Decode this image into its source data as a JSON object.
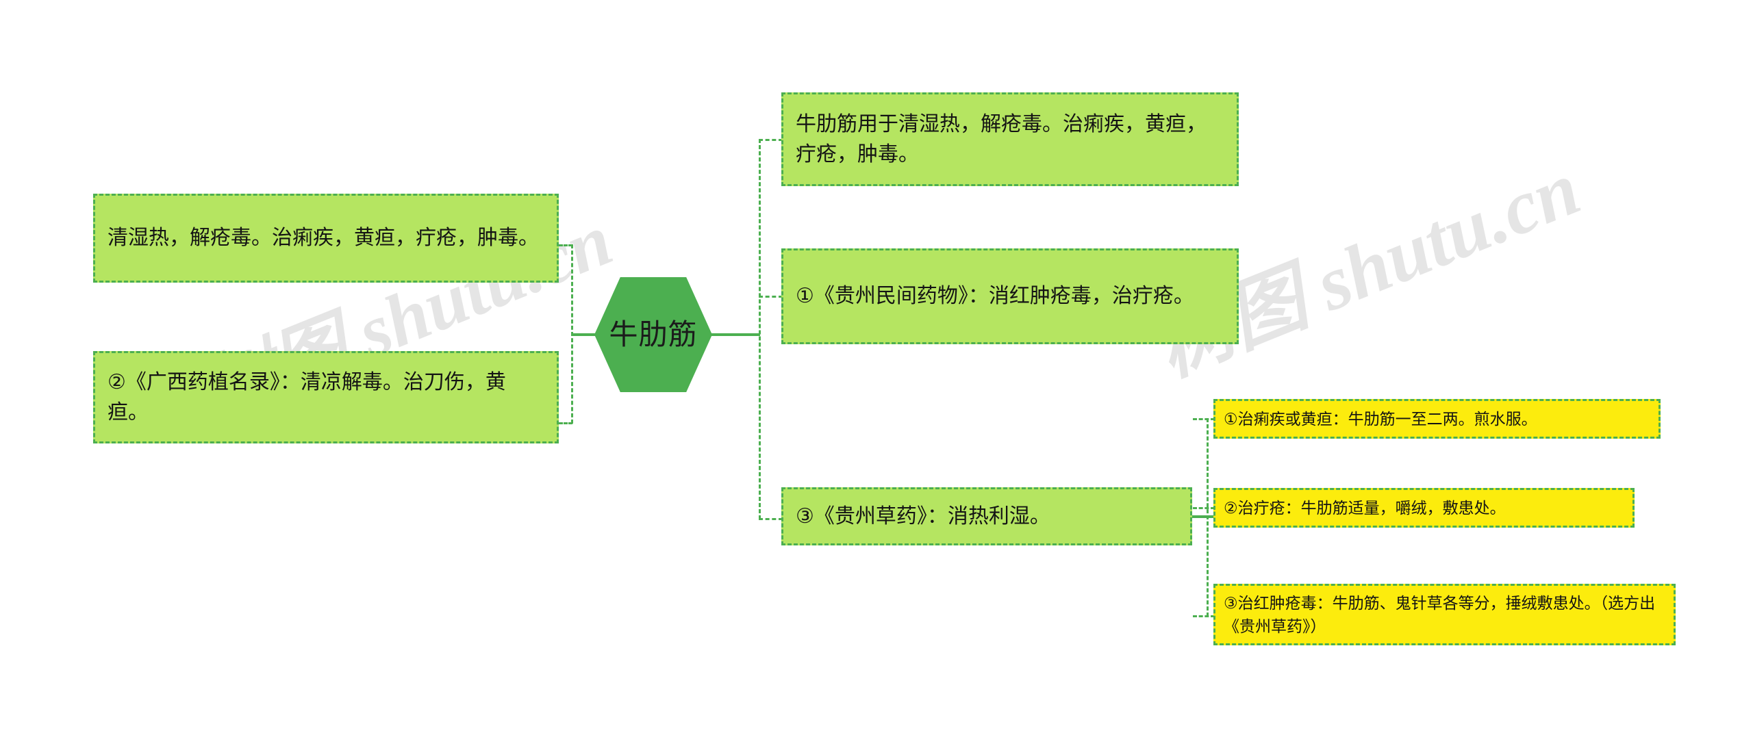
{
  "diagram": {
    "type": "mind-map",
    "root": {
      "label": "牛肋筋"
    },
    "watermarks": [
      {
        "text": "树图 shutu.cn"
      },
      {
        "text": "树图 shutu.cn"
      }
    ],
    "branches": {
      "left": [
        {
          "id": "left-1",
          "color": "#B5E561",
          "text": "清湿热，解疮毒。治痢疾，黄疸，疔疮，肿毒。"
        },
        {
          "id": "left-2",
          "color": "#B5E561",
          "text": "②《广西药植名录》：清凉解毒。治刀伤，黄疸。"
        }
      ],
      "right": [
        {
          "id": "right-1",
          "color": "#B5E561",
          "text": "牛肋筋用于清湿热，解疮毒。治痢疾，黄疸，疔疮，肿毒。"
        },
        {
          "id": "right-2",
          "color": "#B5E561",
          "text": "①《贵州民间药物》：消红肿疮毒，治疔疮。"
        },
        {
          "id": "right-3",
          "color": "#B5E561",
          "text": "③《贵州草药》：消热利湿。"
        }
      ],
      "sub_right": [
        {
          "id": "yellow-1",
          "color": "#FCEC0D",
          "text": "①治痢疾或黄疸：牛肋筋一至二两。煎水服。"
        },
        {
          "id": "yellow-2",
          "color": "#FCEC0D",
          "text": "②治疔疮：牛肋筋适量，嚼绒，敷患处。"
        },
        {
          "id": "yellow-3",
          "color": "#FCEC0D",
          "text": "③治红肿疮毒：牛肋筋、鬼针草各等分，捶绒敷患处。（选方出《贵州草药》）"
        }
      ]
    },
    "colors": {
      "root_fill": "#4CAF50",
      "branch_green": "#B5E561",
      "branch_yellow": "#FCEC0D",
      "connector": "#4CAF50",
      "text": "#141414",
      "background": "#FFFFFF"
    }
  }
}
